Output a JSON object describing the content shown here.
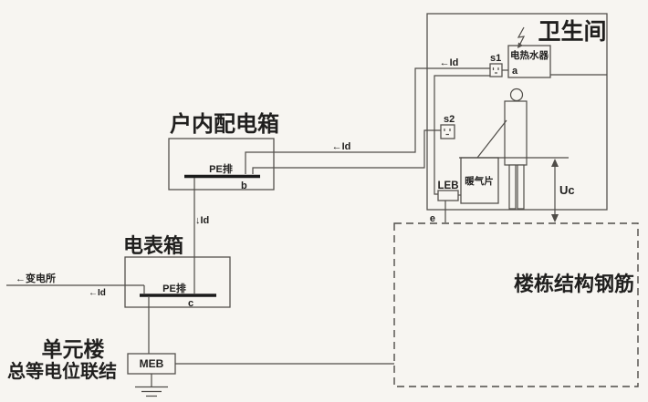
{
  "colors": {
    "bg": "#f7f5f1",
    "line": "#4f4c48",
    "box": "#55524e",
    "bar": "#1b1b1b",
    "text": "#201f1e"
  },
  "bathroom": {
    "title": "卫生间",
    "water_heater": {
      "label": "电热水器",
      "terminal": "a"
    },
    "socket_s1": {
      "label": "s1"
    },
    "socket_s2": {
      "label": "s2"
    },
    "leb": {
      "label": "LEB",
      "terminal": "e"
    },
    "radiator": {
      "label": "暖气片"
    },
    "uc": {
      "label": "Uc"
    }
  },
  "distribution_box": {
    "title": "户内配电箱",
    "pe_bar_label": "PE排",
    "terminal": "b"
  },
  "meter_box": {
    "title": "电表箱",
    "pe_bar_label": "PE排",
    "terminal": "c"
  },
  "meb": {
    "label": "MEB",
    "caption_line1": "单元楼",
    "caption_line2": "总等电位联结"
  },
  "rebar_box": {
    "title": "楼栋结构钢筋"
  },
  "labels": {
    "substation": "←变电所",
    "id_to_s1": "←Id",
    "id_to_bathroom": "←Id",
    "id_down": "↓Id",
    "id_substation": "←Id"
  }
}
